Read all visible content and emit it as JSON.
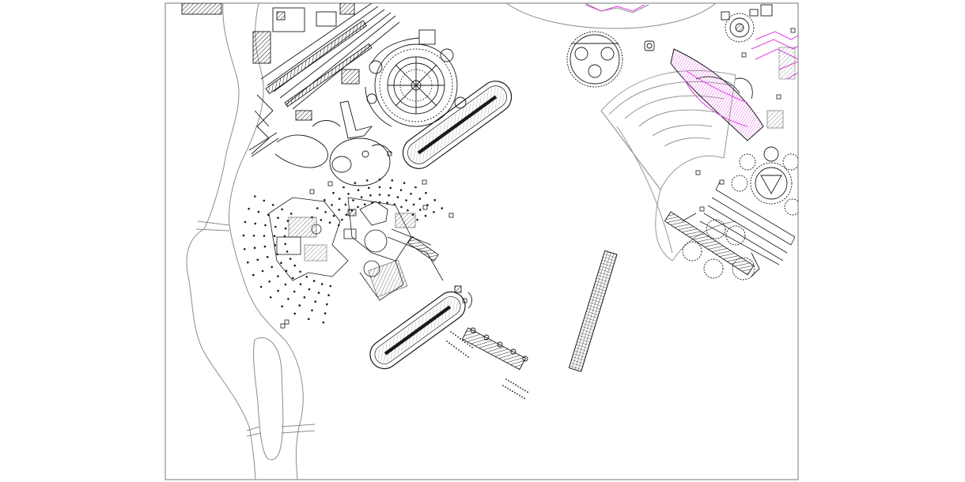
{
  "colors": {
    "background": "#ffffff",
    "frame": "#7a7a7a",
    "river": "#8c8c8c",
    "line": "#1a1a1a",
    "grey_line": "#9a9a9a",
    "accent": "#e23ee3",
    "accent_fill": "#f3c4f3"
  },
  "icons": {
    "river": "river-outline",
    "island": "island-outline",
    "circus": "circus-track",
    "stadium": "stadium-outline",
    "rotunda": "circular-building",
    "colonnade": "dot-colonnade",
    "portico": "hatched-portico",
    "fan_plaza": "fan-plaza",
    "ellipse": "elliptical-plaza",
    "grid_blocks": "grid-blocks"
  }
}
